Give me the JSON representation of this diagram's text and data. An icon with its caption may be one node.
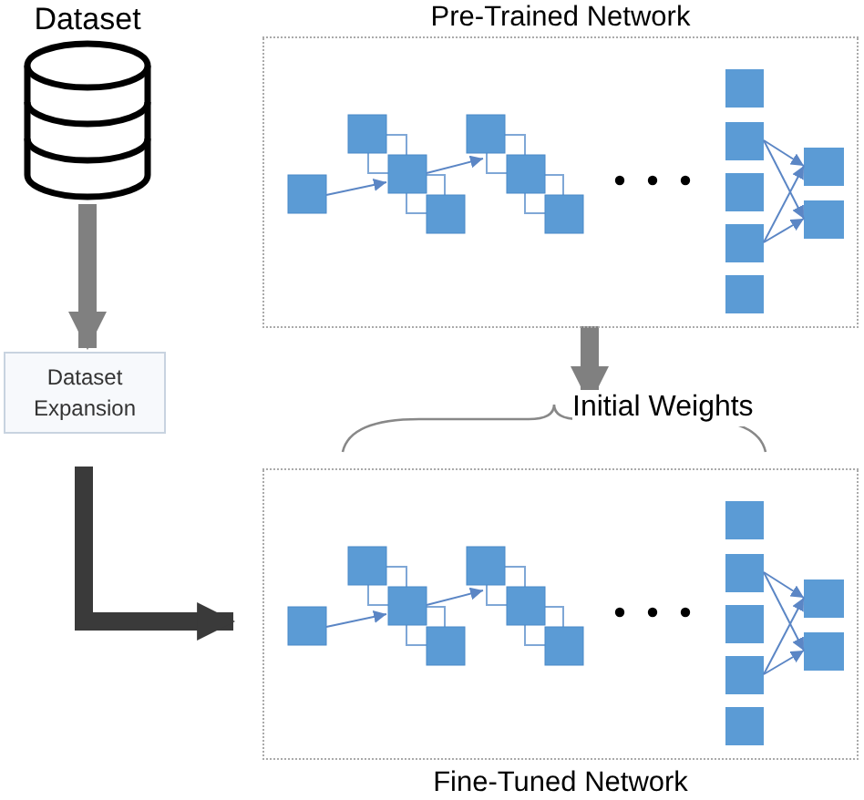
{
  "diagram": {
    "nodes": [
      {
        "text": [
          "Dataset"
        ]
      },
      {
        "text": [
          "Dataset Expansion"
        ]
      },
      {
        "text": [
          "Pre-Trained Network"
        ]
      },
      {
        "text": [
          "Fine-Tuned Network"
        ]
      }
    ],
    "edges": [
      {
        "from": 0,
        "to": 1,
        "arrow": "to"
      },
      {
        "from": 1,
        "to": 3,
        "arrow": "to",
        "color": "#3a3a3a"
      },
      {
        "from": 2,
        "to": 3,
        "arrow": "to",
        "label": "Initial Weights"
      }
    ]
  }
}
